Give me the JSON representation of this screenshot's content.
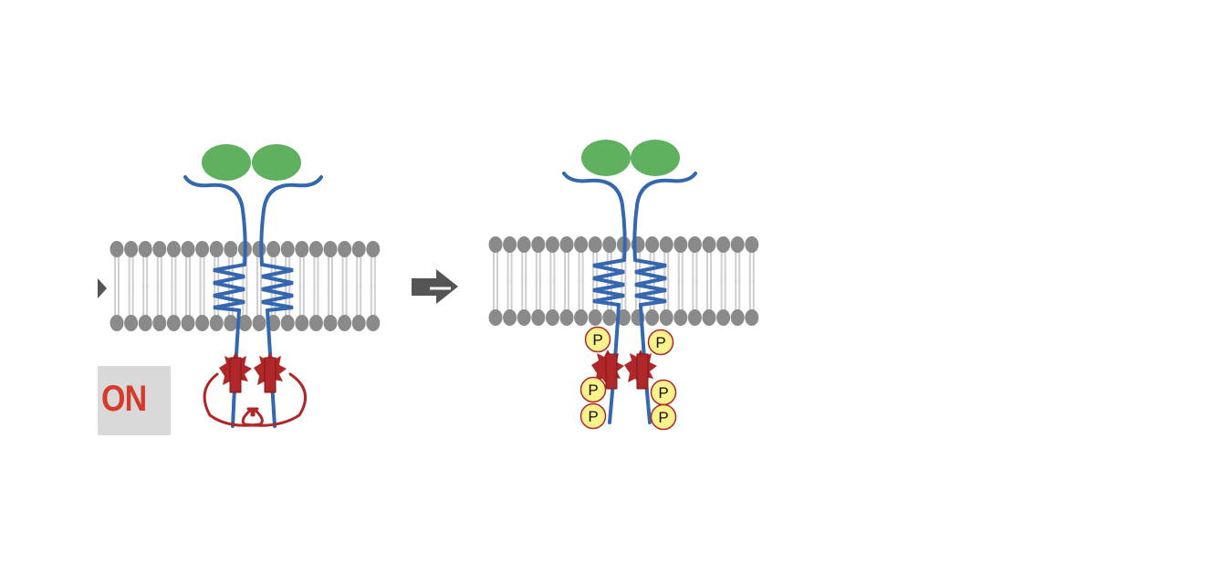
{
  "figure": {
    "status_label": "ON",
    "phospho_label": "P",
    "left_panel": {
      "state": "dimerized receptor, autophosphorylation (trans)"
    },
    "right_panel": {
      "state": "phosphorylated receptor",
      "phospho_sites": 6
    },
    "colors": {
      "ligand": "#5fb05f",
      "receptor": "#3566b0",
      "kinase": "#b0272a",
      "lipid_head": "#8a8a8a",
      "lipid_tail": "#cfcfcf",
      "phosphate_fill": "#fbf28c",
      "phosphate_stroke": "#b0272a",
      "arrow": "#555555",
      "badge_bg": "#d9d9d9",
      "badge_text": "#d63a2a"
    }
  }
}
